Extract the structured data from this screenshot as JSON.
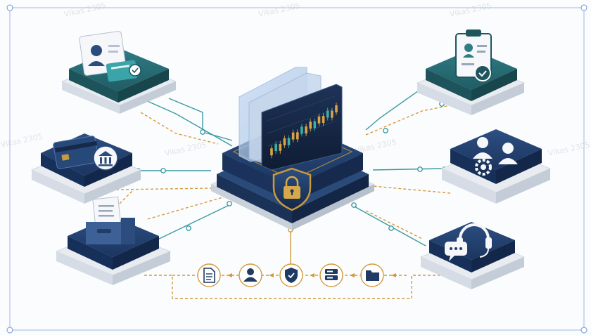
{
  "watermark": {
    "text": "Vikas 2305"
  },
  "colors": {
    "navy": "#1f3a64",
    "navy_dark": "#16294a",
    "navy_light": "#2f5489",
    "teal": "#2a6f78",
    "teal_dark": "#1f555d",
    "line_teal": "#3b9aa3",
    "line_gold": "#d39a3c",
    "base_light": "#eef1f5",
    "base_shadow": "#cfd6df",
    "selection": "#9db8e8",
    "gold": "#c99a3b"
  },
  "nodes": [
    {
      "id": "identity-card",
      "icon": "profile-card-icon"
    },
    {
      "id": "payment-bank",
      "icon": "bank-card-icon"
    },
    {
      "id": "document-archive",
      "icon": "file-cabinet-icon"
    },
    {
      "id": "verified-document",
      "icon": "clipboard-check-icon"
    },
    {
      "id": "user-management",
      "icon": "users-gear-icon"
    },
    {
      "id": "customer-support",
      "icon": "headset-chat-icon"
    }
  ],
  "center": {
    "icon": "padlock-shield-icon",
    "screen": "candlestick-chart"
  },
  "pipeline": [
    "document-icon",
    "user-icon",
    "shield-check-icon",
    "storage-icon",
    "folder-icon"
  ]
}
